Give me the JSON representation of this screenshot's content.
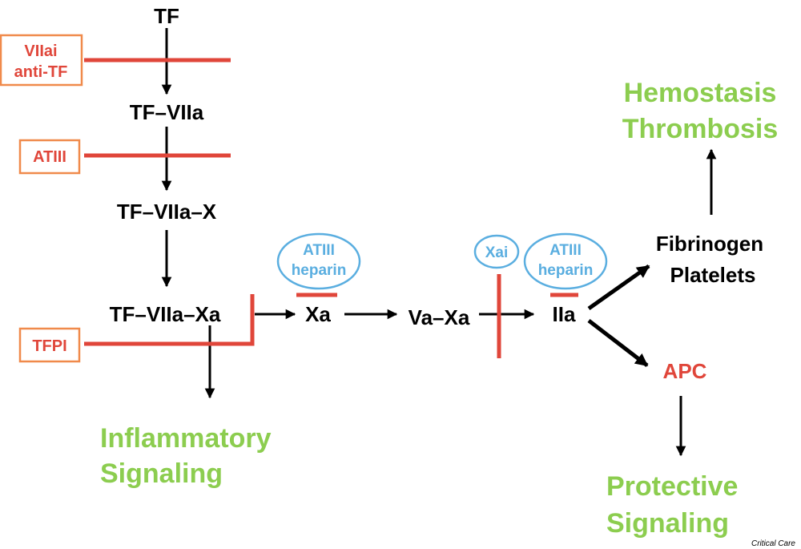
{
  "nodes": {
    "tf": "TF",
    "tf_viia": "TF–VIIa",
    "tf_viia_x": "TF–VIIa–X",
    "tf_viia_xa": "TF–VIIa–Xa",
    "xa": "Xa",
    "va_xa": "Va–Xa",
    "iia": "IIa",
    "fibrinogen": "Fibrinogen",
    "platelets": "Platelets",
    "apc": "APC"
  },
  "inhibitors": {
    "viiai_line1": "VIIai",
    "viiai_line2": "anti-TF",
    "atiii": "ATIII",
    "tfpi": "TFPI"
  },
  "ellipses": {
    "atiii_heparin_1_line1": "ATIII",
    "atiii_heparin_1_line2": "heparin",
    "xai": "Xai",
    "atiii_heparin_2_line1": "ATIII",
    "atiii_heparin_2_line2": "heparin"
  },
  "outcomes": {
    "hemostasis": "Hemostasis",
    "thrombosis": "Thrombosis",
    "inflammatory": "Inflammatory",
    "signaling_1": "Signaling",
    "protective": "Protective",
    "signaling_2": "Signaling"
  },
  "credit": "Critical Care",
  "colors": {
    "inhibitor_line": "#e0463a",
    "inhibitor_box": "#f08a4b",
    "ellipse": "#5aaee0",
    "outcome": "#8ccd4f",
    "arrow": "#000000"
  }
}
